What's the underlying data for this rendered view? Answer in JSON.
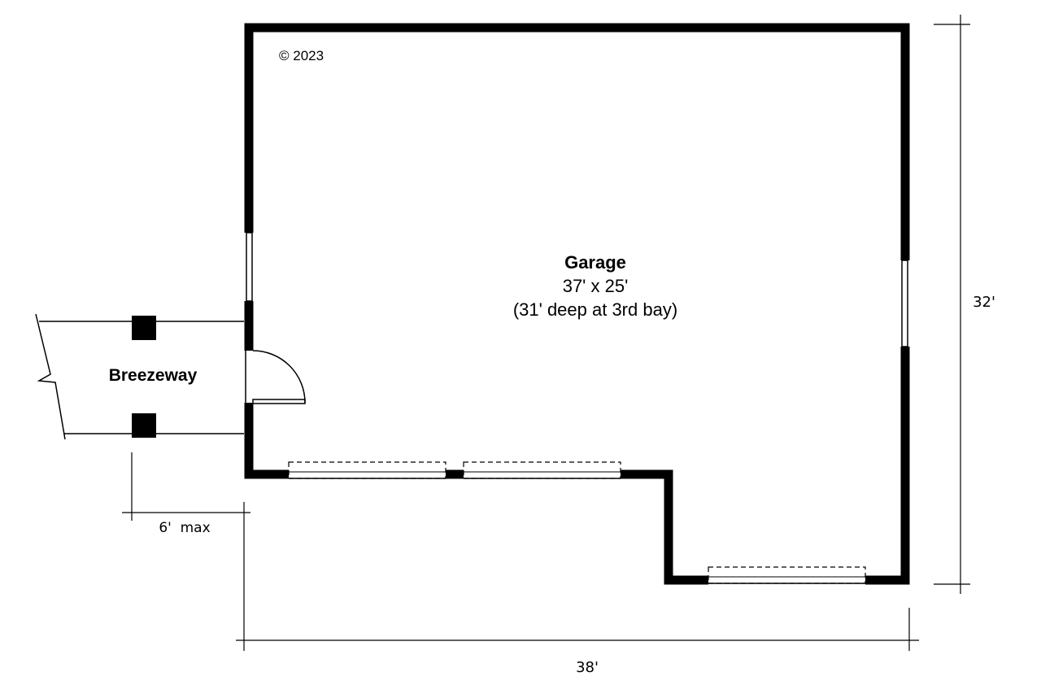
{
  "copyright": "© 2023",
  "garage": {
    "name": "Garage",
    "size": "37' x 25'",
    "note": "(31' deep at 3rd bay)"
  },
  "breezeway": {
    "name": "Breezeway",
    "width_dim": "6'  max"
  },
  "dimensions": {
    "overall_width": "38'",
    "overall_depth": "32'"
  },
  "colors": {
    "wall": "#000000",
    "background": "#ffffff"
  }
}
